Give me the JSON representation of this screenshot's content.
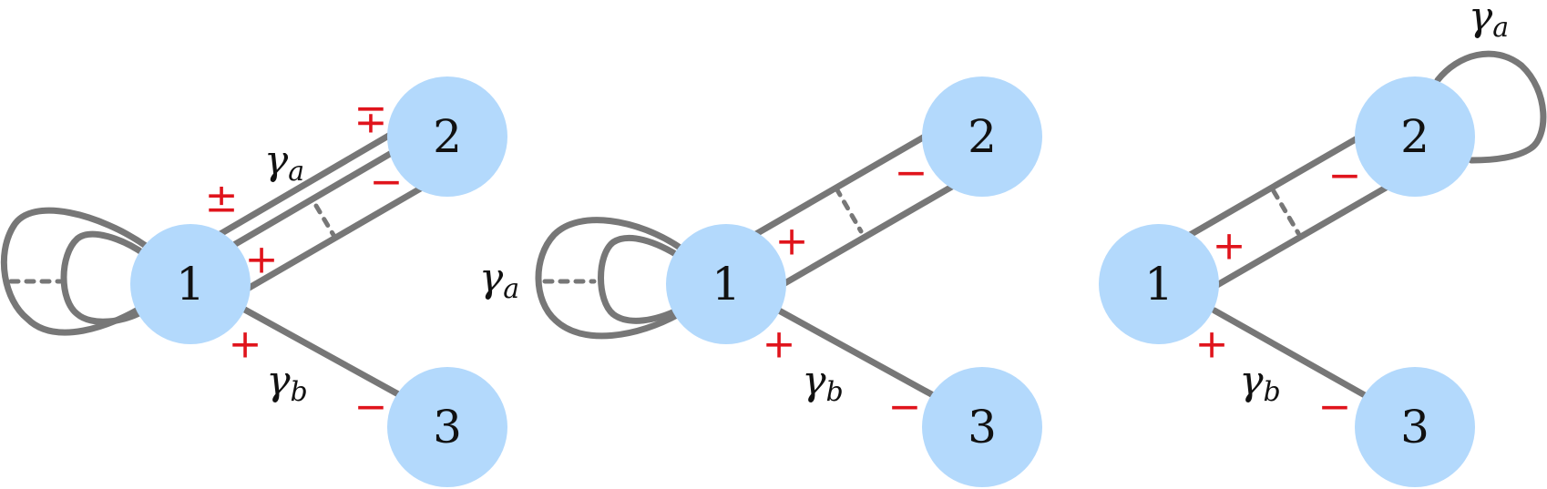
{
  "nodes": [
    "1",
    "2",
    "3"
  ],
  "signs": {
    "plus": "+",
    "minus": "−",
    "plus_minus": "±",
    "minus_plus": "∓"
  },
  "gamma": {
    "symbol": "γ",
    "a": "a",
    "b": "b"
  },
  "colors": {
    "node_fill": "#b3d9fc",
    "edge": "#777777",
    "sign": "#e0141c"
  }
}
